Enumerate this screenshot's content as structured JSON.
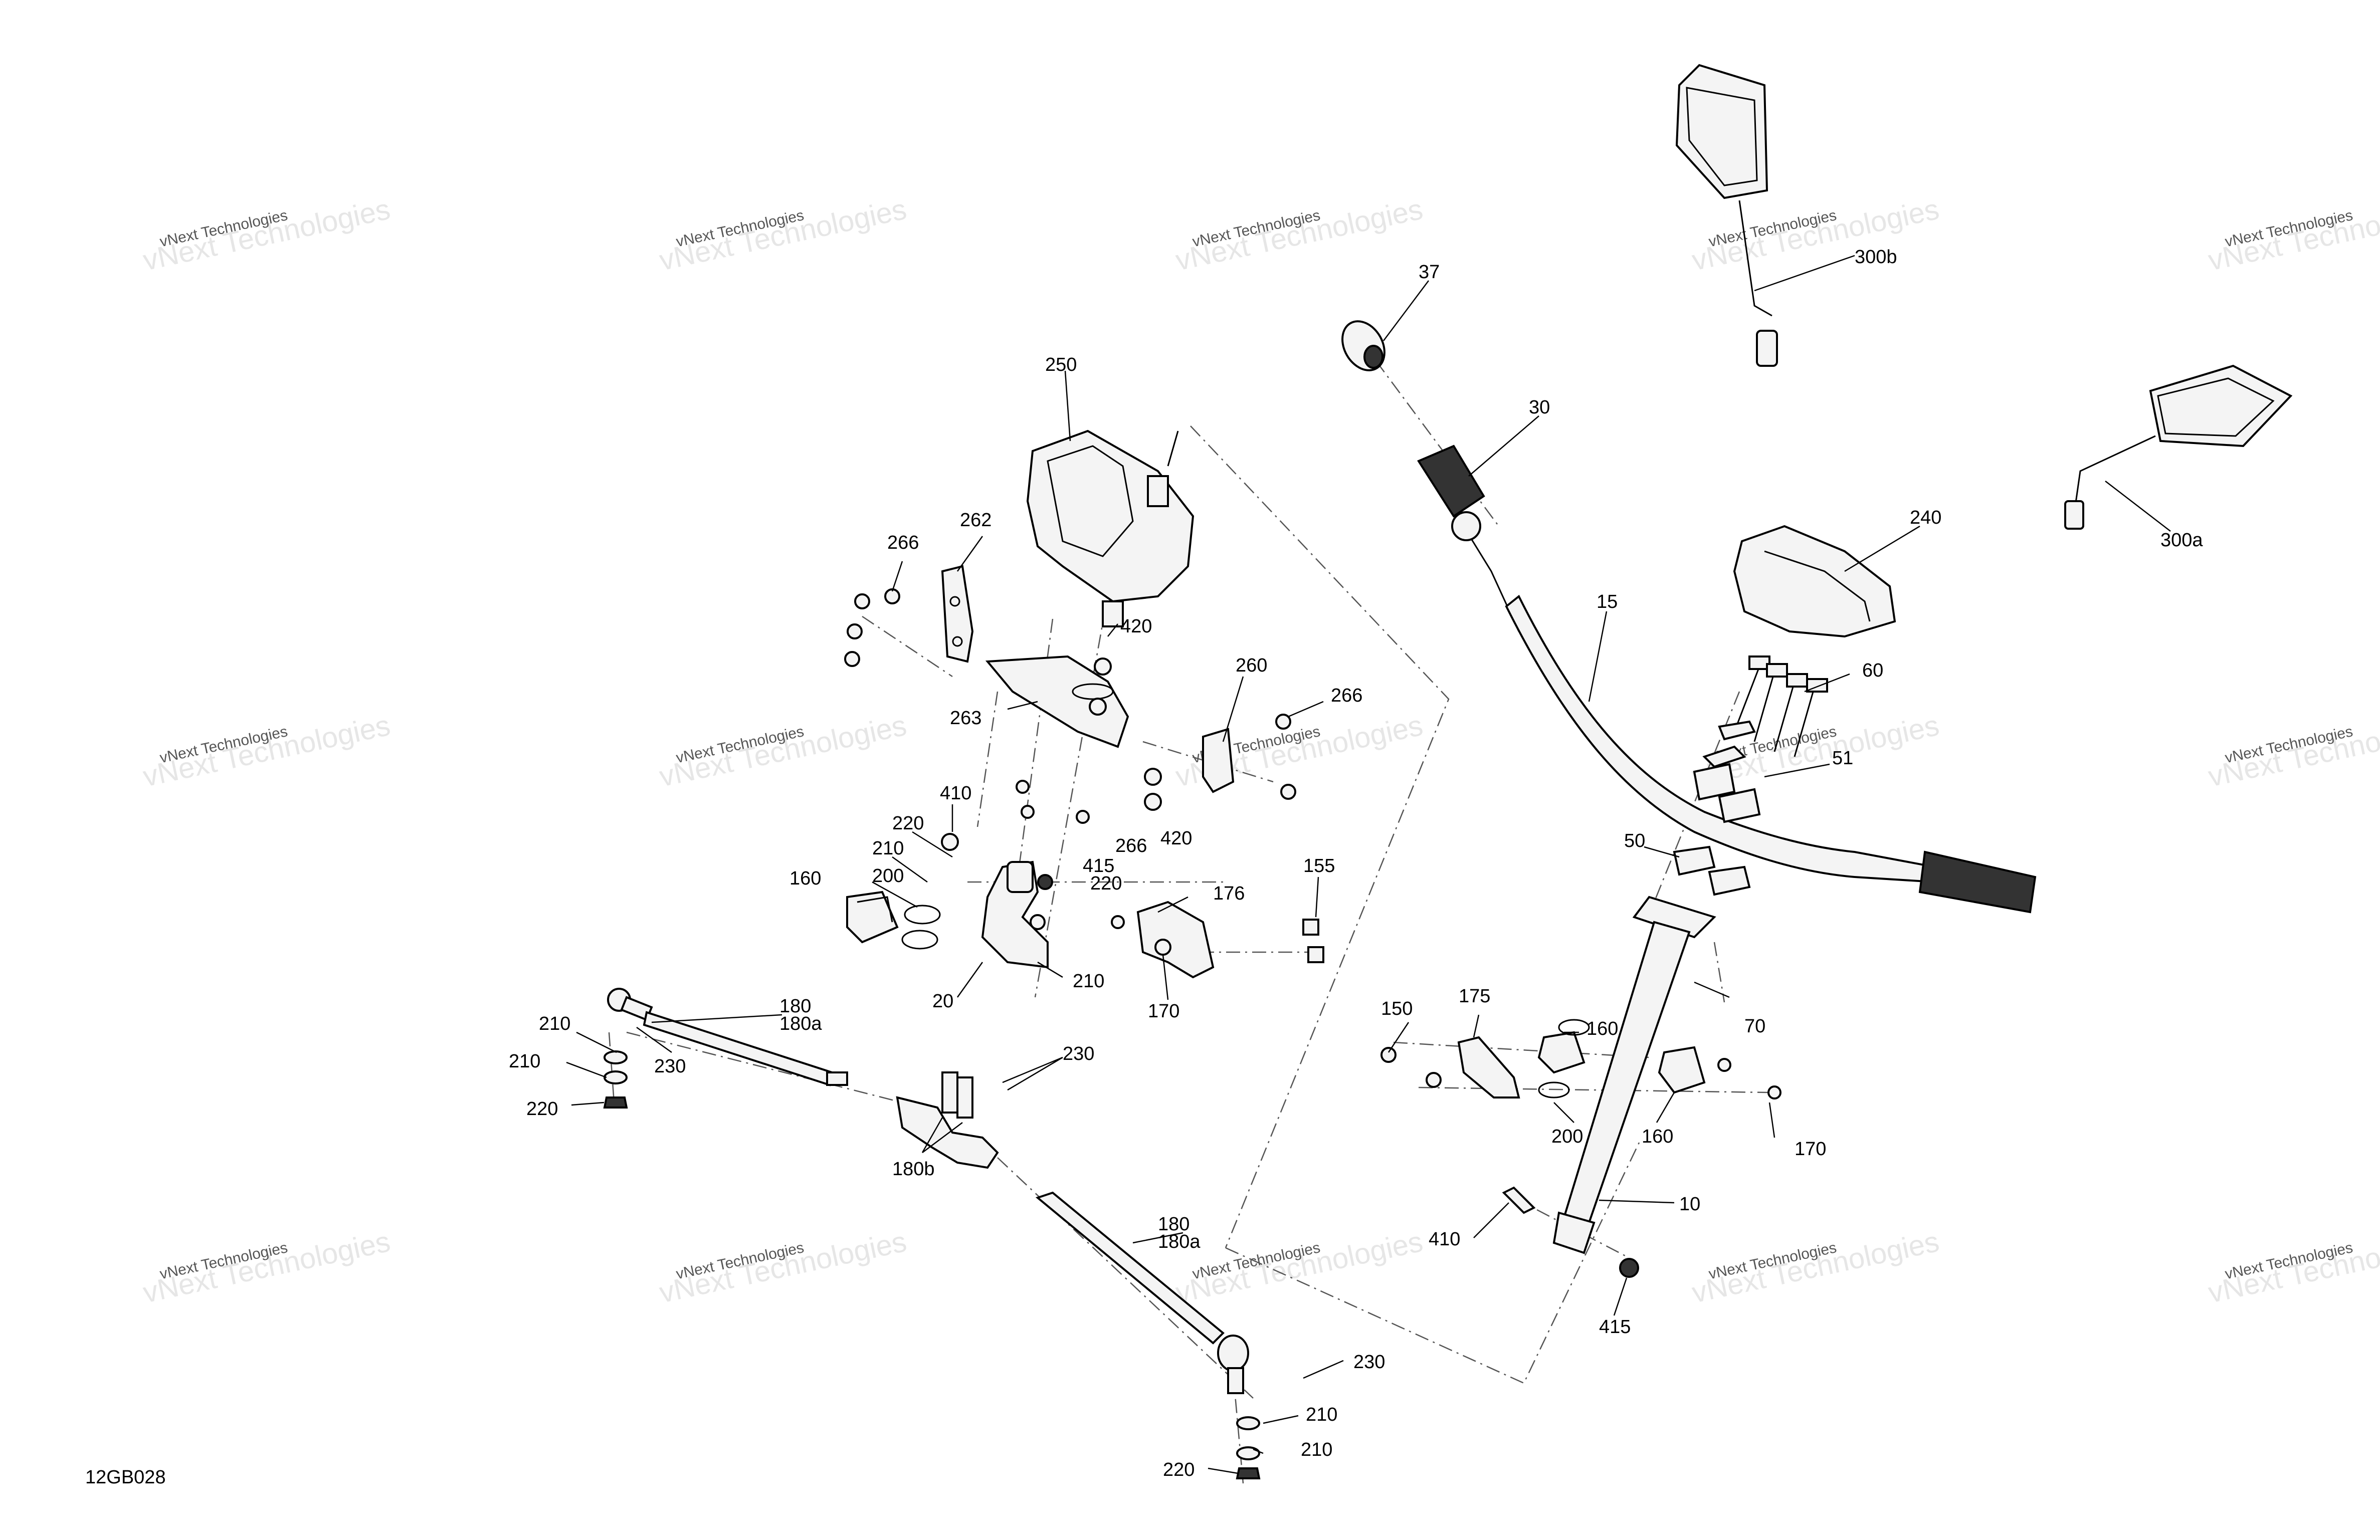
{
  "diagram": {
    "document_id": "12GB028",
    "watermark_small": "vNext Technologies",
    "watermark_large": "vNext Technologies",
    "callouts": {
      "c37": "37",
      "c30": "30",
      "c300b": "300b",
      "c300a": "300a",
      "c240": "240",
      "c15": "15",
      "c60": "60",
      "c51": "51",
      "c50": "50",
      "c70": "70",
      "c250": "250",
      "c262": "262",
      "c266a": "266",
      "c420a": "420",
      "c263": "263",
      "c260": "260",
      "c266b": "266",
      "c420b": "420",
      "c266c": "266",
      "c410a": "410",
      "c220a": "220",
      "c210a": "210",
      "c415a": "415",
      "c220b": "220",
      "c160a": "160",
      "c200a": "200",
      "c176": "176",
      "c155": "155",
      "c210b": "210",
      "c20": "20",
      "c170a": "170",
      "c150": "150",
      "c175": "175",
      "c160b": "160",
      "c200b": "200",
      "c160c": "160",
      "c170b": "170",
      "c10": "10",
      "c410b": "410",
      "c415b": "415",
      "c180a1": "180",
      "c180a2": "180a",
      "c210c": "210",
      "c230a": "230",
      "c210d": "210",
      "c220c": "220",
      "c230b": "230",
      "c180b": "180b",
      "c180b1": "180",
      "c180b2": "180a",
      "c230c": "230",
      "c210e": "210",
      "c210f": "210",
      "c220d": "220"
    }
  }
}
